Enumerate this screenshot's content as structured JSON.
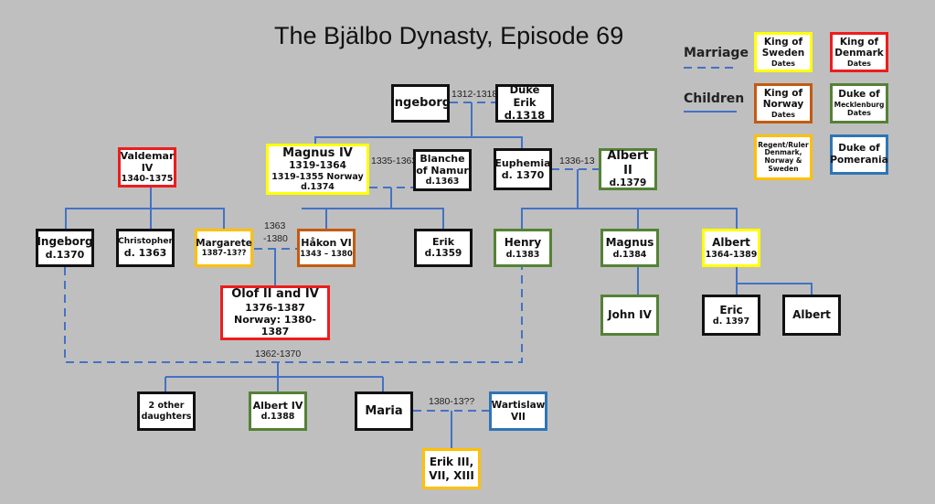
{
  "title": "The Bjälbo Dynasty, Episode 69",
  "legend": {
    "marriage_label": "Marriage",
    "children_label": "Children",
    "items": [
      {
        "line1": "King of",
        "line2": "Sweden",
        "line3": "Dates",
        "color": "#ffff00"
      },
      {
        "line1": "King of",
        "line2": "Denmark",
        "line3": "Dates",
        "color": "#ee1c1c"
      },
      {
        "line1": "King of",
        "line2": "Norway",
        "line3": "Dates",
        "color": "#c55a11"
      },
      {
        "line1": "Duke of",
        "line2": "Mecklenburg",
        "line3": "Dates",
        "color": "#548235"
      },
      {
        "line1": "Regent/Ruler",
        "line2": "Denmark,",
        "line3": "Norway &",
        "line4": "Sweden",
        "color": "#ffc000"
      },
      {
        "line1": "Duke of",
        "line2": "Pomerania",
        "color": "#2e75b6"
      }
    ]
  },
  "people": {
    "ingeborg_sr": {
      "name": "Ingeborg"
    },
    "duke_erik": {
      "name": "Duke Erik",
      "dates": "d.1318"
    },
    "magnus_iv": {
      "name": "Magnus IV",
      "line2": "1319-1364",
      "line3": "1319-1355 Norway",
      "line4": "d.1374"
    },
    "blanche": {
      "name": "Blanche",
      "line2": "of Namur",
      "dates": "d.1363"
    },
    "euphemia": {
      "name": "Euphemia",
      "dates": "d. 1370"
    },
    "albert_ii": {
      "name": "Albert II",
      "dates": "d.1379"
    },
    "valdemar_iv": {
      "name": "Valdemar",
      "line2": "IV",
      "dates": "1340-1375"
    },
    "ingeborg_jr": {
      "name": "Ingeborg",
      "dates": "d.1370"
    },
    "christopher": {
      "name": "Christopher",
      "dates": "d. 1363"
    },
    "margarete": {
      "name": "Margarete",
      "dates": "1387-13??"
    },
    "hakon_vi": {
      "name": "Håkon VI",
      "dates": "1343 – 1380"
    },
    "erik": {
      "name": "Erik",
      "dates": "d.1359"
    },
    "henry": {
      "name": "Henry",
      "dates": "d.1383"
    },
    "magnus": {
      "name": "Magnus",
      "dates": "d.1384"
    },
    "albert": {
      "name": "Albert",
      "dates": "1364-1389"
    },
    "olof": {
      "name": "Olof II and IV",
      "line2": "1376-1387",
      "line3": "Norway: 1380-1387"
    },
    "john_iv": {
      "name": "John IV"
    },
    "eric": {
      "name": "Eric",
      "dates": "d. 1397"
    },
    "albert_jr": {
      "name": "Albert"
    },
    "other_daughters": {
      "name": "2 other",
      "line2": "daughters"
    },
    "albert_iv": {
      "name": "Albert IV",
      "dates": "d.1388"
    },
    "maria": {
      "name": "Maria"
    },
    "wartislaw": {
      "name": "Wartislaw",
      "line2": "VII"
    },
    "erik_iii": {
      "name": "Erik III,",
      "line2": "VII, XIII"
    }
  },
  "marriages": {
    "ingeborg_erik": "1312-1318",
    "magnus_blanche": "1335-1363",
    "euphemia_albert": "1336-13",
    "margarete_hakon_1": "1363",
    "margarete_hakon_2": "-1380",
    "ingeborg_henry": "1362-1370",
    "maria_wartislaw": "1380-13??"
  },
  "colors": {
    "line": "#4472c4",
    "background": "#bfbfbf"
  }
}
